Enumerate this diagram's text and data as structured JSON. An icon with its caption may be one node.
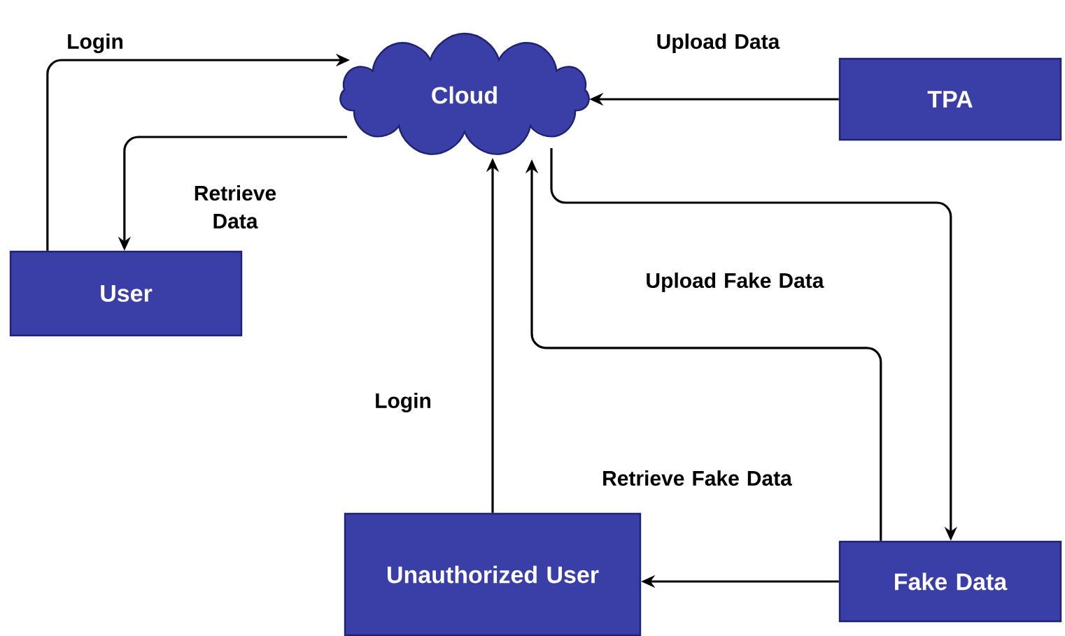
{
  "diagram": {
    "nodes": [
      {
        "text": [
          "Cloud"
        ]
      },
      {
        "text": [
          "TPA"
        ]
      },
      {
        "text": [
          "User"
        ]
      },
      {
        "text": [
          "Unauthorized User"
        ]
      },
      {
        "text": [
          "Fake Data"
        ]
      }
    ],
    "edges": [
      {
        "from": 2,
        "to": 0,
        "arrow": "to",
        "label": "Login"
      },
      {
        "from": 0,
        "to": 2,
        "arrow": "to",
        "label": "Retrieve Data"
      },
      {
        "from": 1,
        "to": 0,
        "arrow": "to",
        "label": "Upload Data"
      },
      {
        "from": 0,
        "to": 4,
        "arrow": "to"
      },
      {
        "from": 4,
        "to": 0,
        "arrow": "to",
        "label": "Upload Fake Data"
      },
      {
        "from": 3,
        "to": 0,
        "arrow": "to",
        "label": "Login"
      },
      {
        "from": 4,
        "to": 3,
        "arrow": "to",
        "label": "Retrieve Fake Data"
      }
    ]
  }
}
